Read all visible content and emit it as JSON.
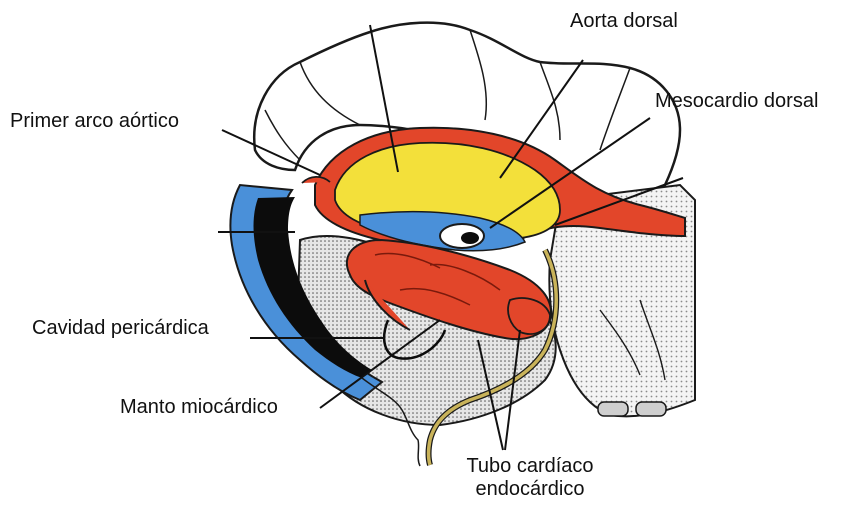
{
  "labels": {
    "aorta_dorsal": "Aorta dorsal",
    "primer_arco_aortico": "Primer arco aórtico",
    "mesocardio_dorsal": "Mesocardio dorsal",
    "cavidad_pericardica": "Cavidad pericárdica",
    "manto_miocardico": "Manto miocárdico",
    "tubo_cardiaco_line1": "Tubo cardíaco",
    "tubo_cardiaco_line2": "endocárdico"
  },
  "colors": {
    "outline": "#1a1a1a",
    "yellow": "#f3e03a",
    "red": "#e2462a",
    "blue": "#4a90d9",
    "black": "#0c0c0c",
    "tan": "#c9b35a",
    "stipple": "#d8d8d8"
  }
}
